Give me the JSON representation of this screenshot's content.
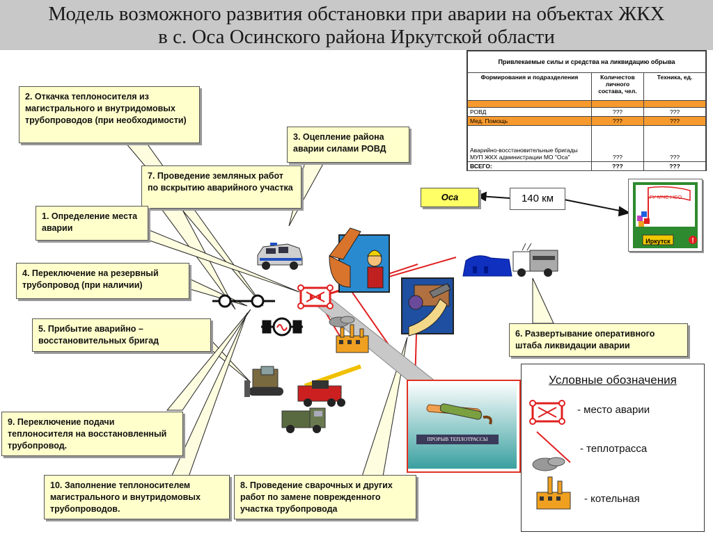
{
  "title": {
    "line1": "Модель возможного развития обстановки при аварии на объектах ЖКХ",
    "line2": "в с. Оса Осинского района Иркутской области"
  },
  "callouts": {
    "c2": "2. Откачка теплоносителя из магистрального и внутридомовых трубопроводов (при необходимости)",
    "c3": "3. Оцепление района аварии силами  РОВД",
    "c7": "7. Проведение земляных работ по вскрытию аварийного участка",
    "c1": "1. Определение места аварии",
    "c4": "4. Переключение на резервный трубопровод (при наличии)",
    "c5": "5. Прибытие аварийно – восстановительных  бригад",
    "c6": "6. Развертывание оперативного штаба ликвидации аварии",
    "c9": "9. Переключение подачи теплоносителя на восстановленный трубопровод.",
    "c10": "10. Заполнение теплоносителем магистрального и внутридомовых трубопроводов.",
    "c8": "8. Проведение сварочных и других работ по замене поврежденного участка трубопровода"
  },
  "resources_table": {
    "header": "Привлекаемые силы и средства на ликвидацию обрыва",
    "col1": "Формирования и подразделения",
    "col2": "Количестов личного состава, чел.",
    "col3": "Техника, ед.",
    "rows": [
      {
        "name": "РОВД",
        "people": "???",
        "equipment": "???"
      },
      {
        "name": "Мед. Помощь",
        "people": "???",
        "equipment": "???"
      },
      {
        "name": "Аварийно-восстановительные бригады МУП ЖКХ администрации МО \"Оса\"",
        "people": "???",
        "equipment": "???"
      }
    ],
    "total": {
      "name": "ВСЕГО:",
      "people": "???",
      "equipment": "???"
    }
  },
  "map": {
    "osa": "Оса",
    "distance": "140 км",
    "mchs_label": "ГУ МЧС НСО",
    "irkutsk": "Иркутск",
    "breach_caption": "ПРОРЫВ ТЕПЛОТРАССЫ"
  },
  "legend": {
    "title": "Условные обозначения",
    "accident": "- место аварии",
    "heat_line": "- теплотрасса",
    "boiler": "- котельная"
  },
  "colors": {
    "callout_bg": "#ffffcc",
    "heat_line": "#e02020",
    "title_bg": "#c8c8c8",
    "table_orange": "#f79a2e"
  }
}
